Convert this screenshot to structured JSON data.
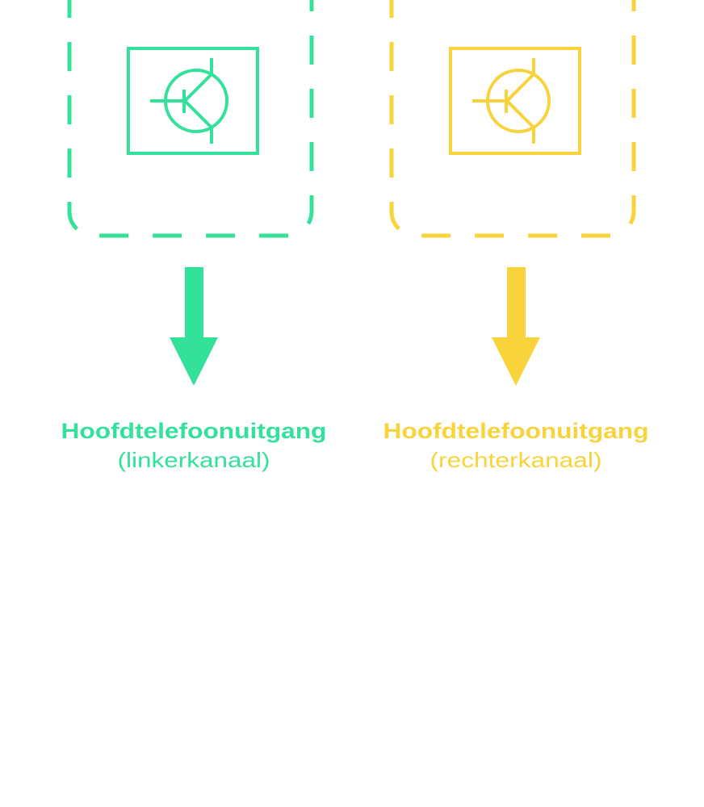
{
  "colors": {
    "left": "#34e19a",
    "right": "#f9d33c"
  },
  "channels": [
    {
      "title": "Hoofdtelefoonuitgang",
      "subtitle": "(linkerkanaal)",
      "icon": "transistor-icon",
      "color": "#34e19a"
    },
    {
      "title": "Hoofdtelefoonuitgang",
      "subtitle": "(rechterkanaal)",
      "icon": "transistor-icon",
      "color": "#f9d33c"
    }
  ]
}
